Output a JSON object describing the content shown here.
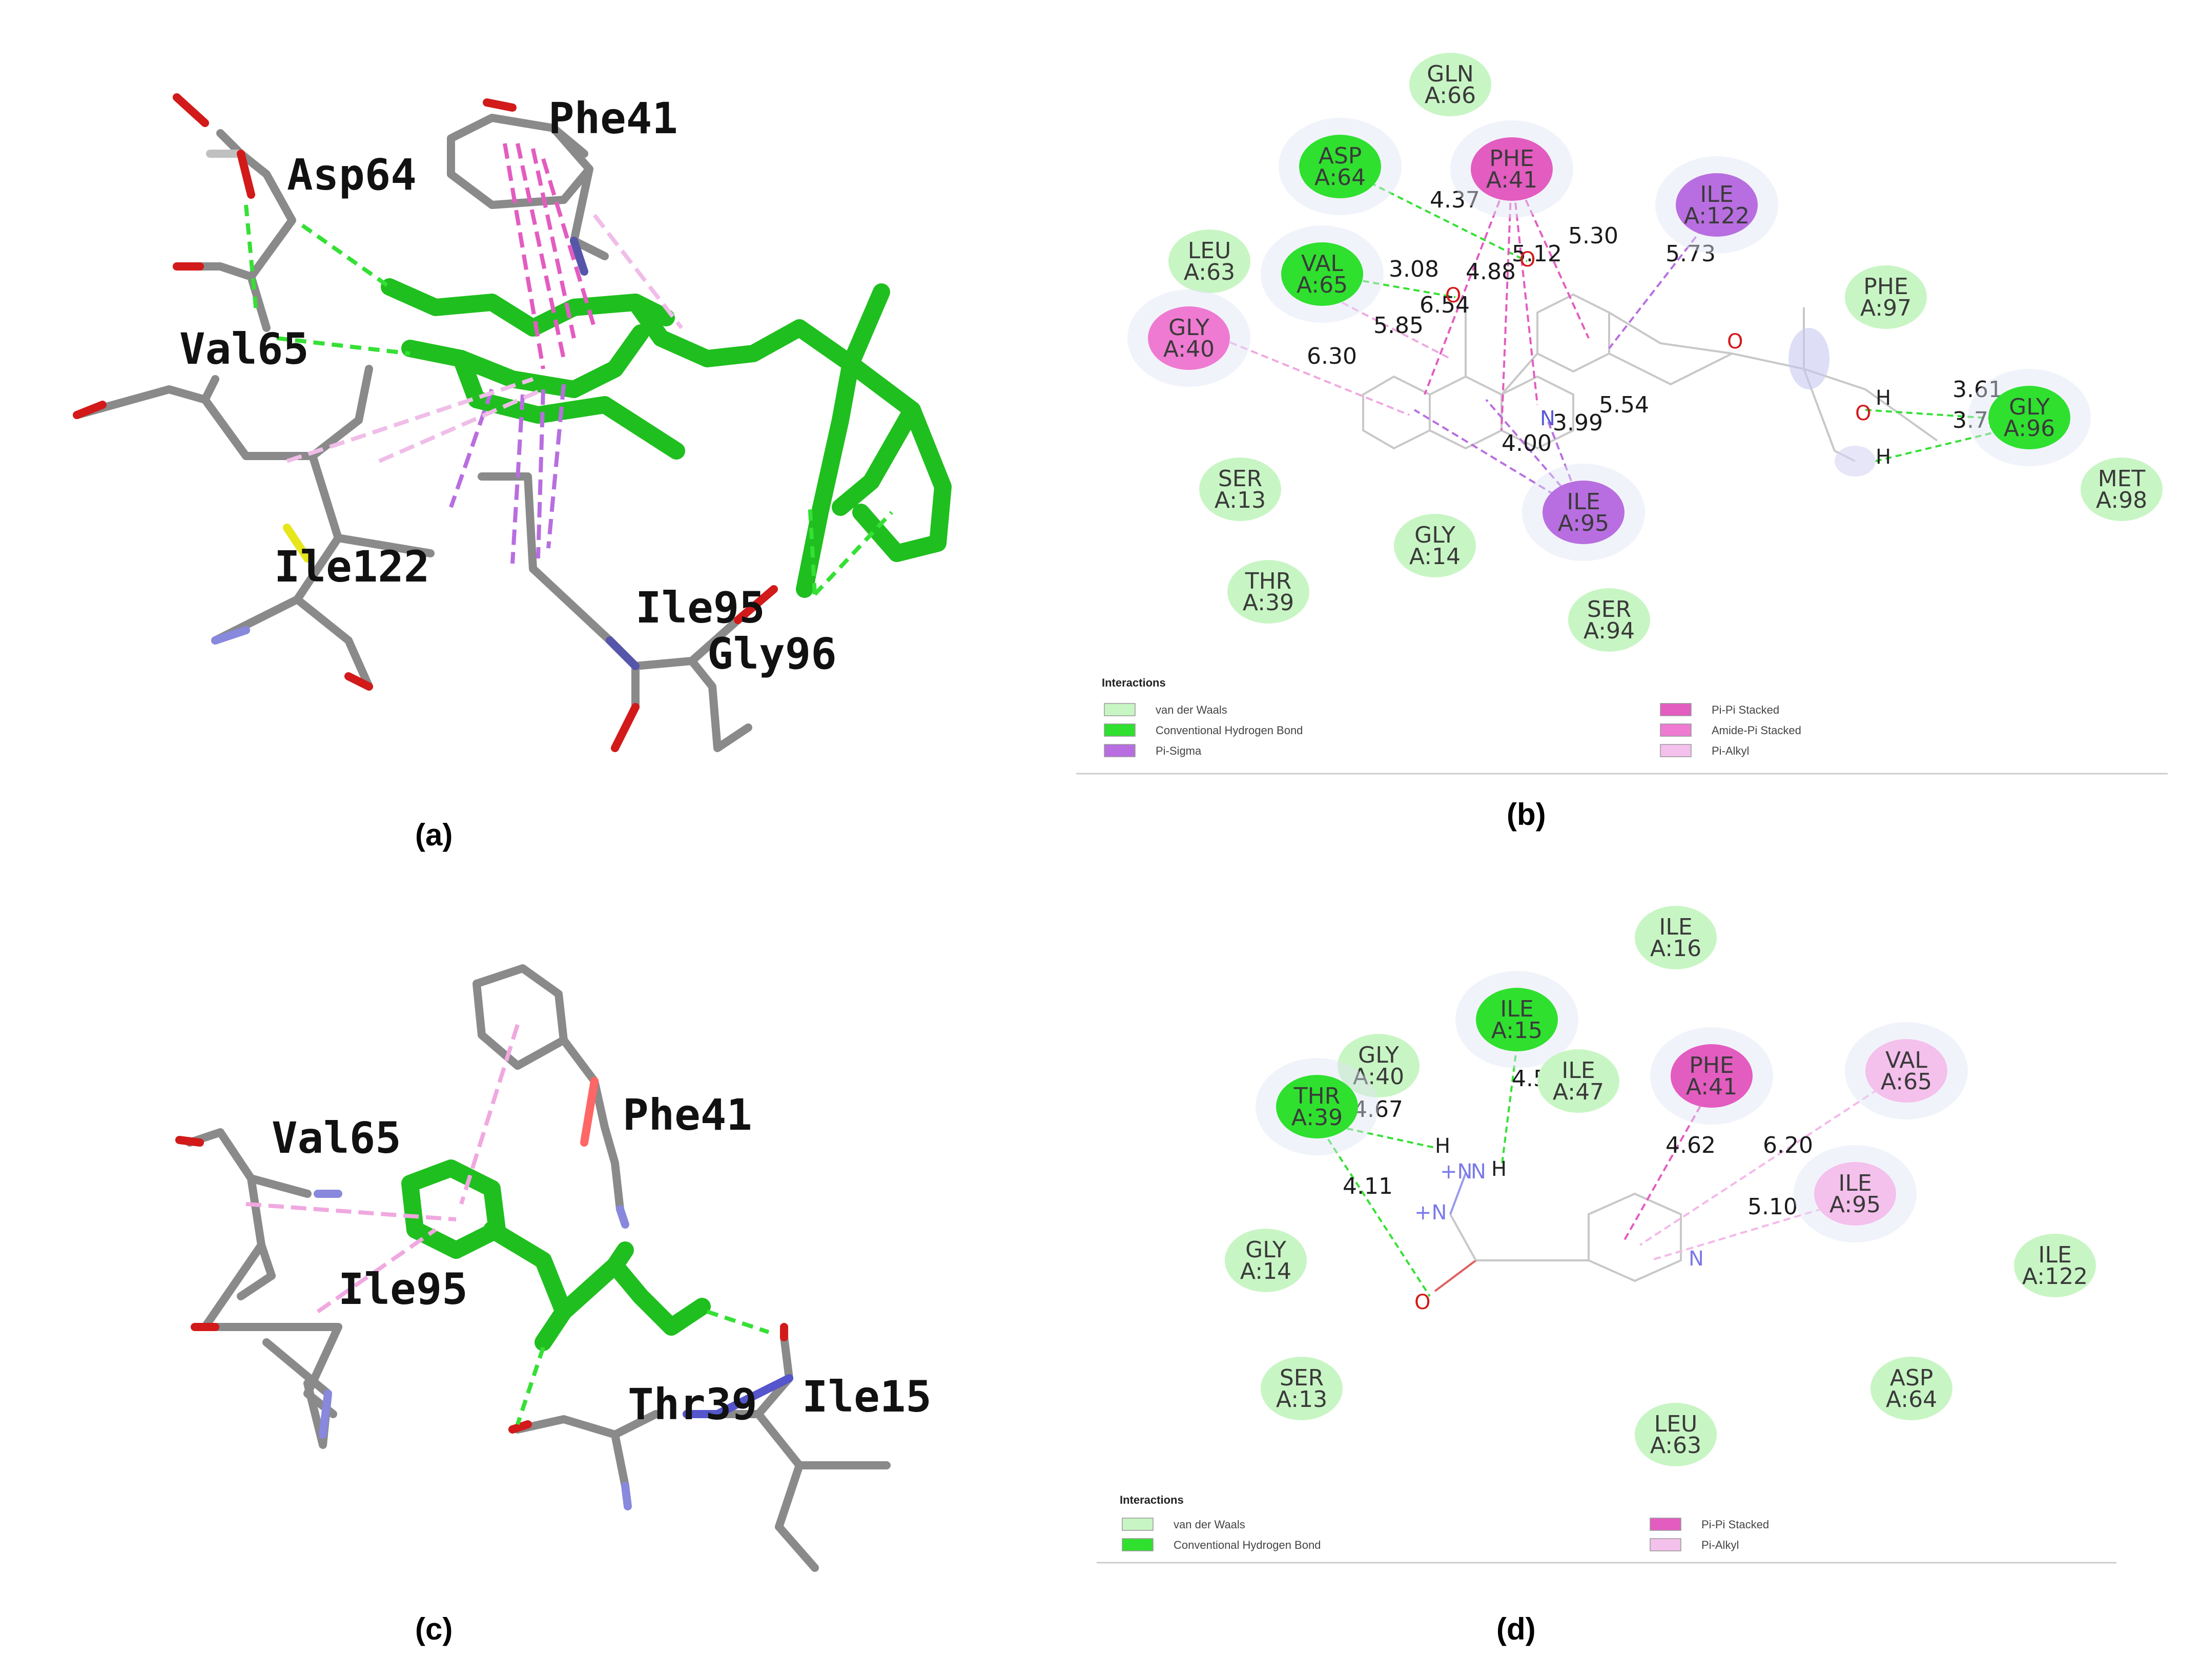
{
  "panel_labels": [
    "(a)",
    "(b)",
    "(c)",
    "(d)"
  ],
  "panel_a": {
    "residues": [
      "Phe41",
      "Asp64",
      "Val65",
      "Ile122",
      "Ile95",
      "Gly96"
    ]
  },
  "panel_b": {
    "residues": [
      {
        "name": "GLN",
        "id": "A:66",
        "type": "vdw"
      },
      {
        "name": "ASP",
        "id": "A:64",
        "type": "hbond"
      },
      {
        "name": "PHE",
        "id": "A:41",
        "type": "pipi"
      },
      {
        "name": "ILE",
        "id": "A:122",
        "type": "pisigma"
      },
      {
        "name": "LEU",
        "id": "A:63",
        "type": "vdw"
      },
      {
        "name": "VAL",
        "id": "A:65",
        "type": "hbond"
      },
      {
        "name": "PHE",
        "id": "A:97",
        "type": "vdw"
      },
      {
        "name": "GLY",
        "id": "A:40",
        "type": "amidepi"
      },
      {
        "name": "GLY",
        "id": "A:96",
        "type": "hbond"
      },
      {
        "name": "MET",
        "id": "A:98",
        "type": "vdw"
      },
      {
        "name": "SER",
        "id": "A:13",
        "type": "vdw"
      },
      {
        "name": "ILE",
        "id": "A:95",
        "type": "pisigma"
      },
      {
        "name": "GLY",
        "id": "A:14",
        "type": "vdw"
      },
      {
        "name": "THR",
        "id": "A:39",
        "type": "vdw"
      },
      {
        "name": "SER",
        "id": "A:94",
        "type": "vdw"
      }
    ],
    "distances": [
      "4.37",
      "5.30",
      "5.12",
      "5.73",
      "3.08",
      "4.88",
      "6.54",
      "5.85",
      "6.30",
      "5.54",
      "3.99",
      "4.00",
      "3.61",
      "3.72"
    ],
    "atoms": [
      "O",
      "O",
      "O",
      "O",
      "H",
      "H",
      "N"
    ],
    "legend": {
      "title": "Interactions",
      "items": [
        "van der Waals",
        "Conventional Hydrogen Bond",
        "Pi-Sigma",
        "Pi-Pi Stacked",
        "Amide-Pi Stacked",
        "Pi-Alkyl"
      ]
    }
  },
  "panel_c": {
    "residues": [
      "Val65",
      "Phe41",
      "Ile95",
      "Thr39",
      "Ile15"
    ]
  },
  "panel_d": {
    "residues": [
      {
        "name": "ILE",
        "id": "A:16",
        "type": "vdw"
      },
      {
        "name": "ILE",
        "id": "A:15",
        "type": "hbond"
      },
      {
        "name": "GLY",
        "id": "A:40",
        "type": "vdw"
      },
      {
        "name": "ILE",
        "id": "A:47",
        "type": "vdw"
      },
      {
        "name": "PHE",
        "id": "A:41",
        "type": "pipi"
      },
      {
        "name": "VAL",
        "id": "A:65",
        "type": "pialkyl"
      },
      {
        "name": "THR",
        "id": "A:39",
        "type": "hbond"
      },
      {
        "name": "ILE",
        "id": "A:95",
        "type": "pialkyl"
      },
      {
        "name": "GLY",
        "id": "A:14",
        "type": "vdw"
      },
      {
        "name": "ILE",
        "id": "A:122",
        "type": "vdw"
      },
      {
        "name": "SER",
        "id": "A:13",
        "type": "vdw"
      },
      {
        "name": "ASP",
        "id": "A:64",
        "type": "vdw"
      },
      {
        "name": "LEU",
        "id": "A:63",
        "type": "vdw"
      }
    ],
    "distances": [
      "4.58",
      "4.67",
      "4.62",
      "6.20",
      "4.11",
      "5.10"
    ],
    "atoms": [
      "H",
      "H",
      "+N",
      "N",
      "+N",
      "O",
      "N"
    ],
    "legend": {
      "title": "Interactions",
      "items": [
        "van der Waals",
        "Conventional Hydrogen Bond",
        "Pi-Pi Stacked",
        "Pi-Alkyl"
      ]
    }
  },
  "colors": {
    "vdw": "#c8f5c4",
    "hbond": "#2fe02f",
    "pisigma": "#b86ee0",
    "pipi": "#e35cc0",
    "amidepi": "#ee7ad2",
    "pialkyl": "#f4c0ec",
    "ligand": "#1fbf1f",
    "bond_gray": "#8a8a8a"
  }
}
